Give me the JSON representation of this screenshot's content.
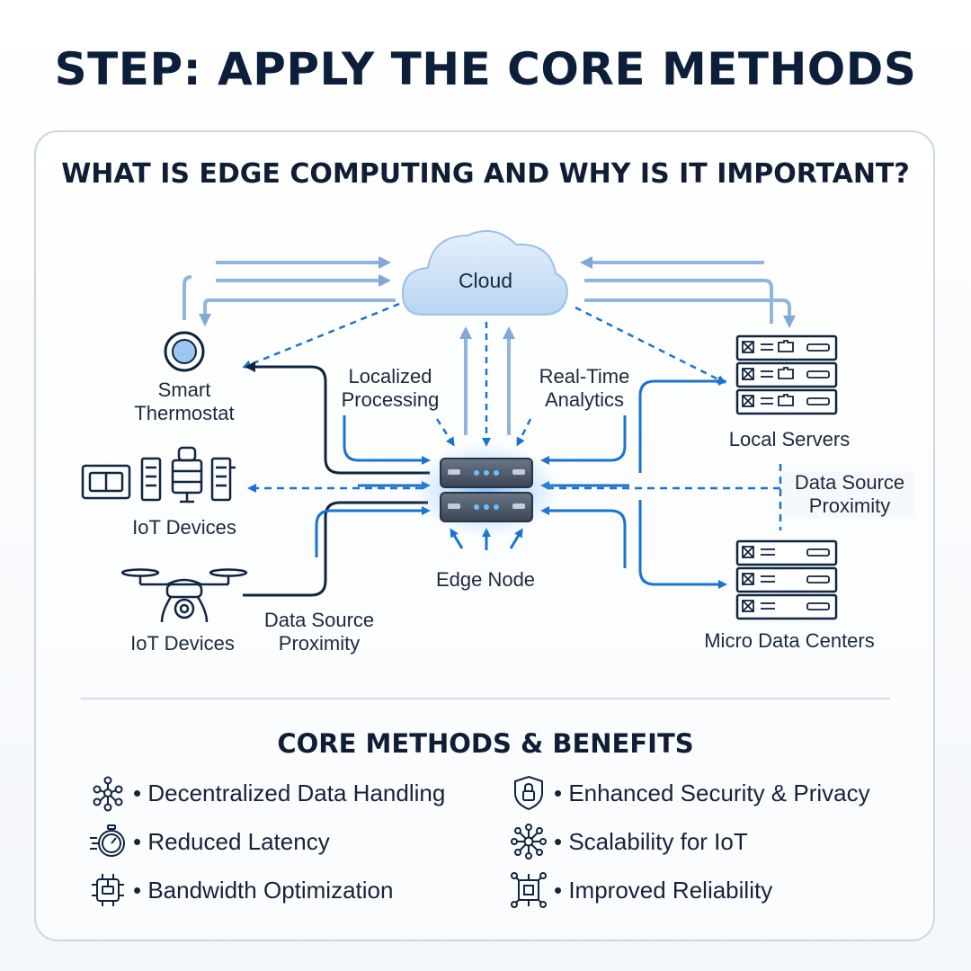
{
  "header": {
    "title": "STEP: APPLY THE CORE METHODS"
  },
  "panel": {
    "title": "WHAT IS EDGE COMPUTING AND WHY IS IT IMPORTANT?"
  },
  "diagram": {
    "cloud_label": "Cloud",
    "edge_node_label": "Edge Node",
    "smart_thermostat_label": [
      "Smart",
      "Thermostat"
    ],
    "iot_devices_top_label": "IoT Devices",
    "iot_devices_bottom_label": "IoT Devices",
    "local_servers_label": "Local Servers",
    "micro_data_centers_label": "Micro Data Centers",
    "localized_processing_label": [
      "Localized",
      "Processing"
    ],
    "real_time_analytics_label": [
      "Real-Time",
      "Analytics"
    ],
    "data_source_proximity_right_label": [
      "Data Source",
      "Proximity"
    ],
    "data_source_proximity_left_label": [
      "Data Source",
      "Proximity"
    ],
    "colors": {
      "arrow_blue": "#1a73d1",
      "arrow_light": "#8fb6e0",
      "navy": "#0f2540",
      "cloud_fill": "#cfe3f7"
    }
  },
  "benefits": {
    "title": "CORE METHODS & BENEFITS",
    "items": [
      {
        "icon": "network-nodes-icon",
        "label": "• Decentralized Data Handling"
      },
      {
        "icon": "shield-lock-icon",
        "label": "• Enhanced Security & Privacy"
      },
      {
        "icon": "stopwatch-icon",
        "label": "• Reduced Latency"
      },
      {
        "icon": "hub-network-icon",
        "label": "• Scalability for IoT"
      },
      {
        "icon": "bandwidth-chip-icon",
        "label": "• Bandwidth Optimization"
      },
      {
        "icon": "reliability-circuit-icon",
        "label": "• Improved Reliability"
      }
    ]
  }
}
